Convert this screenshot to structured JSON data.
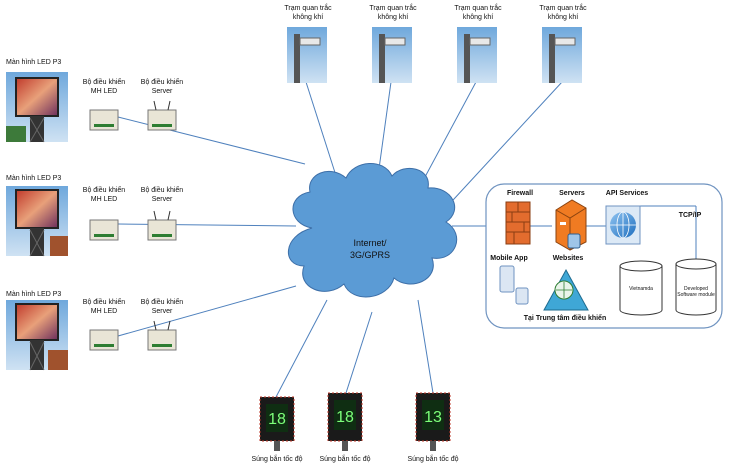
{
  "led_screens": [
    {
      "label": "Màn hình LED P3",
      "controller_led": "Bộ điều khiển\nMH LED",
      "controller_server": "Bộ điều khiển\nServer"
    },
    {
      "label": "Màn hình LED P3",
      "controller_led": "Bộ điều khiển\nMH LED",
      "controller_server": "Bộ điều khiển\nServer"
    },
    {
      "label": "Màn hình LED P3",
      "controller_led": "Bộ điều khiển\nMH LED",
      "controller_server": "Bộ điều khiển\nServer"
    }
  ],
  "air_stations": [
    {
      "label": "Trạm quan trắc\nkhông khí"
    },
    {
      "label": "Trạm quan trắc\nkhông khí"
    },
    {
      "label": "Trạm quan trắc\nkhông khí"
    },
    {
      "label": "Trạm quan trắc\nkhông khí"
    }
  ],
  "cloud": {
    "label_line1": "Internet/",
    "label_line2": "3G/GPRS"
  },
  "control_center": {
    "firewall": "Firewall",
    "servers": "Servers",
    "api": "API Services",
    "tcpip": "TCP/IP",
    "mobile_app": "Mobile App",
    "websites": "Websites",
    "db1": "Vietnamda",
    "db2": "Developed\nSoftware module",
    "title": "Tại Trung tâm điều khiển"
  },
  "speed_guns": [
    {
      "label": "Súng bắn tốc độ",
      "reading": "18"
    },
    {
      "label": "Súng bắn tốc độ",
      "reading": "18"
    },
    {
      "label": "Súng bắn tốc độ",
      "reading": "13"
    }
  ],
  "colors": {
    "link": "#4f81bd",
    "cloud_fill": "#5b9bd5",
    "firewall": "#e36c2e",
    "server": "#f07b22",
    "panel_border": "#6f93c0"
  }
}
